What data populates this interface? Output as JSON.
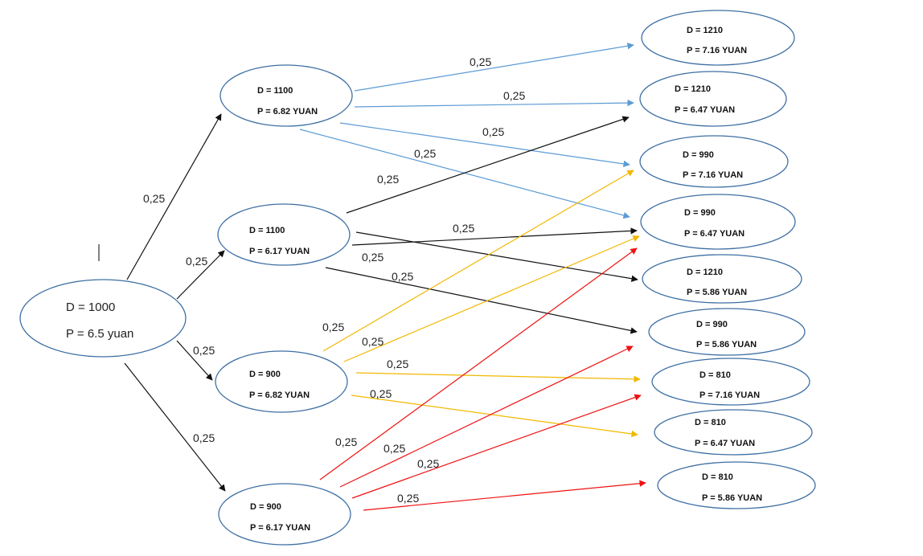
{
  "colors": {
    "black": "#111111",
    "blue": "#5b9bd5",
    "orange": "#f2b800",
    "red": "#ee1111",
    "node_border": "#3e6fa3"
  },
  "root": {
    "line1": "D = 1000",
    "line2": "P = 6.5 yuan"
  },
  "level1": [
    {
      "line1": "D = 1100",
      "line2": "P = 6.82 YUAN"
    },
    {
      "line1": "D = 1100",
      "line2": "P = 6.17 YUAN"
    },
    {
      "line1": "D = 900",
      "line2": "P = 6.82 YUAN"
    },
    {
      "line1": "D = 900",
      "line2": "P = 6.17 YUAN"
    }
  ],
  "level2": [
    {
      "line1": "D = 1210",
      "line2": "P = 7.16 YUAN"
    },
    {
      "line1": "D = 1210",
      "line2": "P = 6.47 YUAN"
    },
    {
      "line1": "D = 990",
      "line2": "P = 7.16 YUAN"
    },
    {
      "line1": "D = 990",
      "line2": "P = 6.47 YUAN"
    },
    {
      "line1": "D = 1210",
      "line2": "P = 5.86 YUAN"
    },
    {
      "line1": "D = 990",
      "line2": "P = 5.86 YUAN"
    },
    {
      "line1": "D = 810",
      "line2": "P = 7.16 YUAN"
    },
    {
      "line1": "D = 810",
      "line2": "P = 6.47 YUAN"
    },
    {
      "line1": "D = 810",
      "line2": "P = 5.86 YUAN"
    }
  ],
  "edges": [
    {
      "color": "black",
      "label": "0,25"
    },
    {
      "color": "black",
      "label": "0,25"
    },
    {
      "color": "black",
      "label": "0,25"
    },
    {
      "color": "black",
      "label": "0,25"
    },
    {
      "color": "blue",
      "label": "0,25"
    },
    {
      "color": "blue",
      "label": "0,25"
    },
    {
      "color": "blue",
      "label": "0,25"
    },
    {
      "color": "blue",
      "label": "0,25"
    },
    {
      "color": "black",
      "label": "0,25"
    },
    {
      "color": "black",
      "label": "0,25"
    },
    {
      "color": "black",
      "label": "0,25"
    },
    {
      "color": "black",
      "label": "0,25"
    },
    {
      "color": "orange",
      "label": "0,25"
    },
    {
      "color": "orange",
      "label": "0,25"
    },
    {
      "color": "orange",
      "label": "0,25"
    },
    {
      "color": "orange",
      "label": "0,25"
    },
    {
      "color": "red",
      "label": "0,25"
    },
    {
      "color": "red",
      "label": "0,25"
    },
    {
      "color": "red",
      "label": "0,25"
    },
    {
      "color": "red",
      "label": "0,25"
    }
  ]
}
